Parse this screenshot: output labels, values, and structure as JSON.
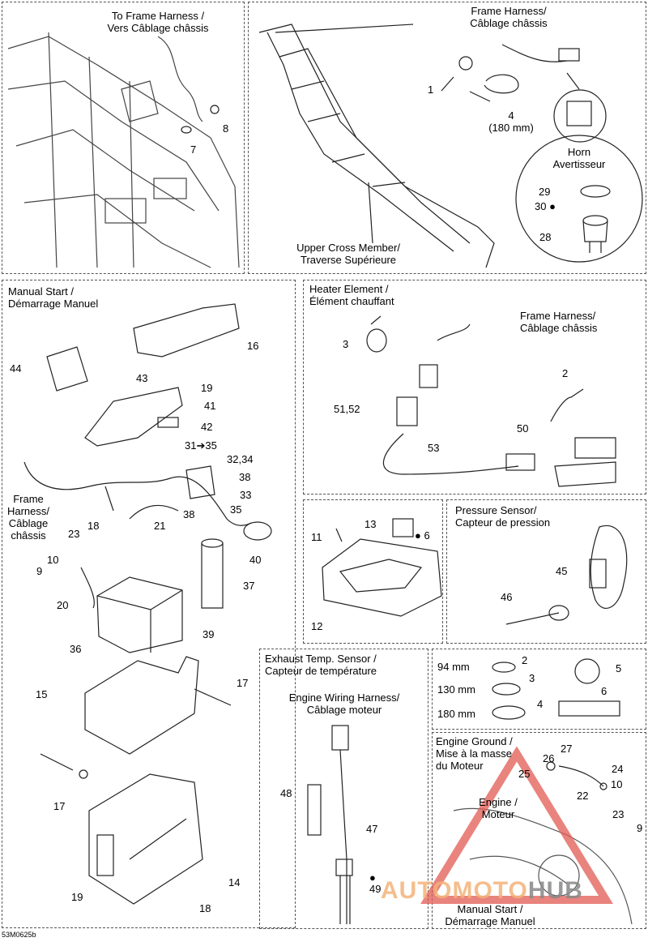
{
  "diagram_ref": "53M0625b",
  "panels": {
    "frame_harness_link": {
      "title_en": "To Frame Harness /",
      "title_fr": "Vers Câblage châssis",
      "parts": [
        "8",
        "7"
      ]
    },
    "horn": {
      "harness_en": "Frame Harness/",
      "harness_fr": "Câblage châssis",
      "horn_en": "Horn",
      "horn_fr": "Avertisseur",
      "cross_en": "Upper Cross Member/",
      "cross_fr": "Traverse Supérieure",
      "part_1": "1",
      "part_4": "4",
      "part_4_len": "(180 mm)",
      "part_29": "29",
      "part_30": "30",
      "part_28": "28"
    },
    "manual_start": {
      "title_en": "Manual Start /",
      "title_fr": "Démarrage Manuel",
      "harness_1": "Frame",
      "harness_2": "Harness/",
      "harness_3": "Câblage",
      "harness_4": "châssis",
      "parts": {
        "p44": "44",
        "p16": "16",
        "p43": "43",
        "p19a": "19",
        "p41": "41",
        "p42": "42",
        "p31": "31",
        "p35a": "35",
        "p3234": "32,34",
        "p38a": "38",
        "p33": "33",
        "p38b": "38",
        "p35b": "35",
        "p18a": "18",
        "p21": "21",
        "p23": "23",
        "p40": "40",
        "p10": "10",
        "p9": "9",
        "p20": "20",
        "p37": "37",
        "p39": "39",
        "p36": "36",
        "p15": "15",
        "p17a": "17",
        "p17b": "17",
        "p14": "14",
        "p19b": "19",
        "p18b": "18"
      }
    },
    "heater": {
      "title_en": "Heater Element /",
      "title_fr": "Élément chauffant",
      "harness_en": "Frame Harness/",
      "harness_fr": "Câblage châssis",
      "p3": "3",
      "p2": "2",
      "p5152": "51,52",
      "p50": "50",
      "p53": "53"
    },
    "fuse_box": {
      "p13": "13",
      "p6": "6",
      "p11": "11",
      "p12": "12"
    },
    "pressure": {
      "title_en": "Pressure Sensor/",
      "title_fr": "Capteur de pression",
      "p45": "45",
      "p46": "46"
    },
    "exhaust": {
      "title_en": "Exhaust Temp. Sensor /",
      "title_fr": "Capteur de température",
      "harness_en": "Engine Wiring Harness/",
      "harness_fr": "Câblage moteur",
      "p48": "48",
      "p47": "47",
      "p49": "49"
    },
    "ties": {
      "rows": [
        {
          "len": "94 mm",
          "part": "2"
        },
        {
          "len": "130 mm",
          "part": "3"
        },
        {
          "len": "180 mm",
          "part": "4"
        }
      ],
      "p5": "5",
      "p6": "6"
    },
    "ground": {
      "title_1": "Engine Ground /",
      "title_2": "Mise à la masse",
      "title_3": "du Moteur",
      "engine_en": "Engine /",
      "engine_fr": "Moteur",
      "bottom_en": "Manual Start /",
      "bottom_fr": "Démarrage Manuel",
      "p27": "27",
      "p26": "26",
      "p24": "24",
      "p25": "25",
      "p10": "10",
      "p22": "22",
      "p23": "23",
      "p9": "9"
    }
  },
  "watermark": {
    "part1": "AUTOMOTO",
    "part2": "HUB"
  }
}
